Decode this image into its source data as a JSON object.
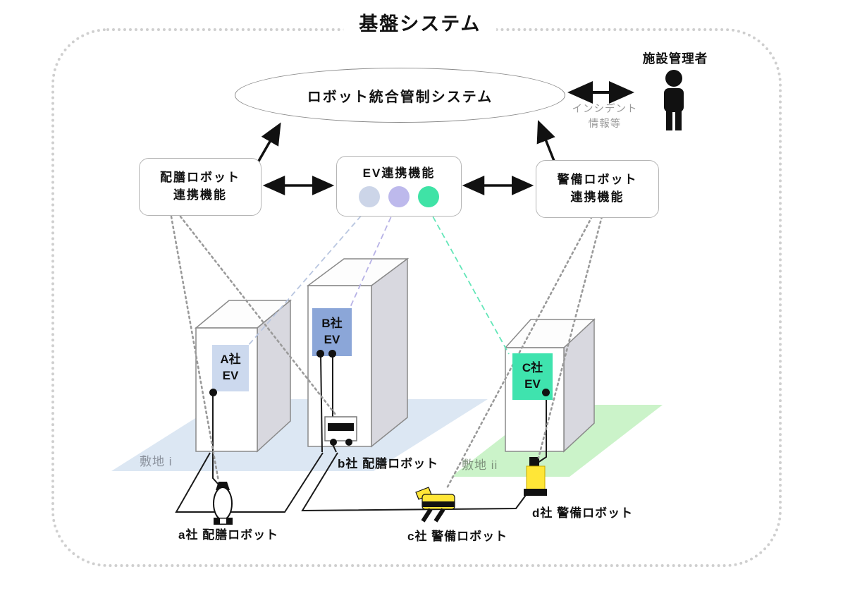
{
  "title": "基盤システム",
  "control_system": {
    "label": "ロボット統合管制システム"
  },
  "facility_manager": {
    "label": "施設管理者",
    "incident_label": "インシデント\n情報等"
  },
  "functions": {
    "serving": {
      "label": "配膳ロボット\n連携機能"
    },
    "ev": {
      "label": "EV連携機能",
      "dot_colors": {
        "a": "#ccd5e8",
        "b": "#bdb9ec",
        "c": "#3fe3a6"
      }
    },
    "security": {
      "label": "警備ロボット\n連携機能"
    }
  },
  "elevators": {
    "a": {
      "label": "A社\nEV",
      "color": "#ccd9ee"
    },
    "b": {
      "label": "B社\nEV",
      "color": "#8ba6d8"
    },
    "c": {
      "label": "C社\nEV",
      "color": "#3fe3ae"
    }
  },
  "sites": {
    "i": {
      "label": "敷地 i"
    },
    "ii": {
      "label": "敷地 ii"
    }
  },
  "robots": {
    "a": {
      "label": "a社 配膳ロボット"
    },
    "b": {
      "label": "b社 配膳ロボット"
    },
    "c": {
      "label": "c社 警備ロボット"
    },
    "d": {
      "label": "d社 警備ロボット"
    }
  },
  "colors": {
    "site_i_fill": "#dce7f3",
    "site_ii_fill": "#cbf3c9",
    "robot_yellow": "#ffe637",
    "dashed_blue": "#b9c6e0",
    "dashed_purple": "#b7b2e6",
    "dashed_green": "#63e6b8",
    "dotted_gray": "#9a9a9a",
    "border_dotted": "#cfcfcf"
  }
}
